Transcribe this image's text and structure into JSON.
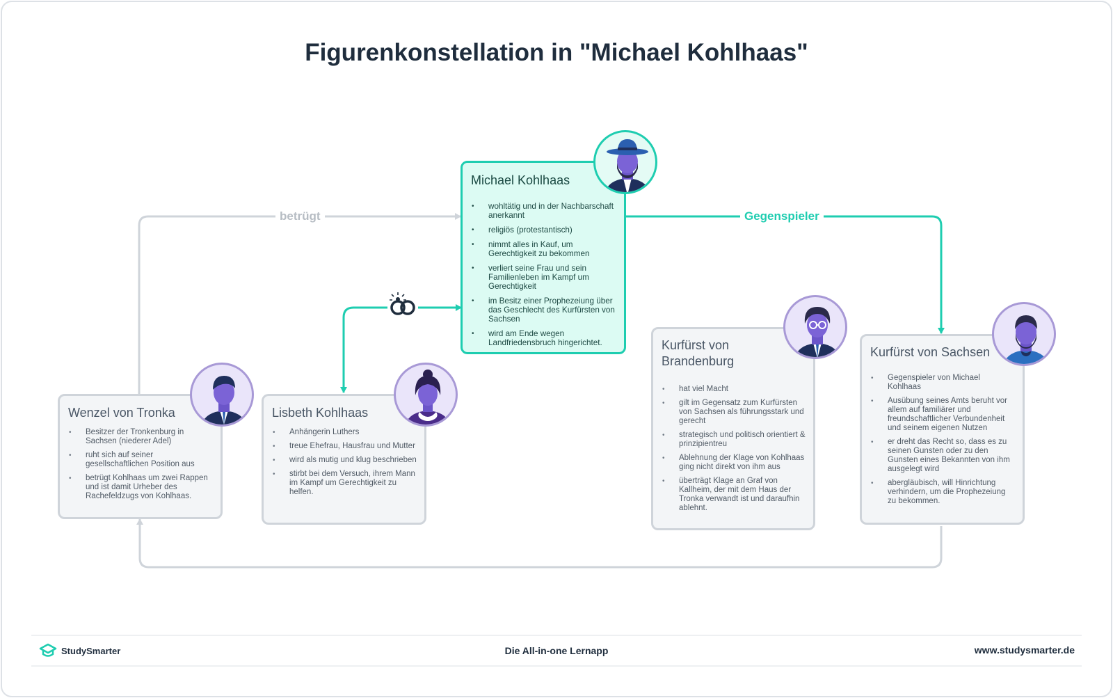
{
  "title": "Figurenkonstellation in \"Michael Kohlhaas\"",
  "colors": {
    "accent": "#1ecdb0",
    "muted_line": "#cfd4da",
    "muted_text": "#b6bcc3",
    "avatar_ring": "#a899d6",
    "dark_text": "#1f2d3d"
  },
  "edges": {
    "betruegt": "betrügt",
    "gegenspieler": "Gegenspieler",
    "marriage_icon": "wedding-rings-icon"
  },
  "characters": {
    "michael": {
      "name": "Michael Kohlhaas",
      "avatar_icon": "man-with-hat-avatar-icon",
      "traits": [
        "wohltätig und in der Nachbarschaft anerkannt",
        "religiös (protestantisch)",
        "nimmt alles in Kauf, um Gerechtigkeit zu bekommen",
        "verliert seine Frau und sein Familienleben im Kampf um Gerechtigkeit",
        "im Besitz einer Prophezeiung über das Geschlecht des Kurfürsten von Sachsen",
        "wird am Ende wegen Landfriedensbruch hingerichtet."
      ]
    },
    "wenzel": {
      "name": "Wenzel von Tronka",
      "avatar_icon": "man-in-suit-avatar-icon",
      "traits": [
        "Besitzer der Tronkenburg in Sachsen (niederer Adel)",
        "ruht sich auf seiner gesellschaftlichen Position aus",
        "betrügt Kohlhaas um zwei Rappen und ist damit Urheber des Rachefeldzugs von Kohlhaas."
      ]
    },
    "lisbeth": {
      "name": "Lisbeth Kohlhaas",
      "avatar_icon": "woman-avatar-icon",
      "traits": [
        "Anhängerin Luthers",
        "treue Ehefrau, Hausfrau und Mutter",
        "wird als mutig und klug beschrieben",
        "stirbt bei dem Versuch, ihrem Mann im Kampf um Gerechtigkeit zu helfen."
      ]
    },
    "brandenburg": {
      "name": "Kurfürst von Brandenburg",
      "avatar_icon": "man-with-glasses-avatar-icon",
      "traits": [
        "hat viel Macht",
        "gilt im Gegensatz zum Kurfürsten von Sachsen als führungsstark und gerecht",
        "strategisch und politisch orientiert & prinzipientreu",
        "Ablehnung der Klage von Kohlhaas ging nicht direkt von ihm aus",
        "überträgt Klage an Graf von Kallheim, der mit dem Haus der Tronka verwandt ist und daraufhin ablehnt."
      ]
    },
    "sachsen": {
      "name": "Kurfürst von Sachsen",
      "avatar_icon": "bearded-man-avatar-icon",
      "traits": [
        "Gegenspieler von Michael Kohlhaas",
        "Ausübung seines Amts beruht vor allem auf familiärer und freundschaftlicher Verbundenheit und seinem eigenen Nutzen",
        "er dreht das Recht so, dass es zu seinen Gunsten oder zu den Gunsten eines Bekannten von ihm ausgelegt wird",
        "abergläubisch, will Hinrichtung verhindern, um die Prophezeiung zu bekommen."
      ]
    }
  },
  "footer": {
    "brand": "StudySmarter",
    "brand_icon": "studysmarter-logo-icon",
    "tagline": "Die All-in-one Lernapp",
    "website": "www.studysmarter.de"
  }
}
